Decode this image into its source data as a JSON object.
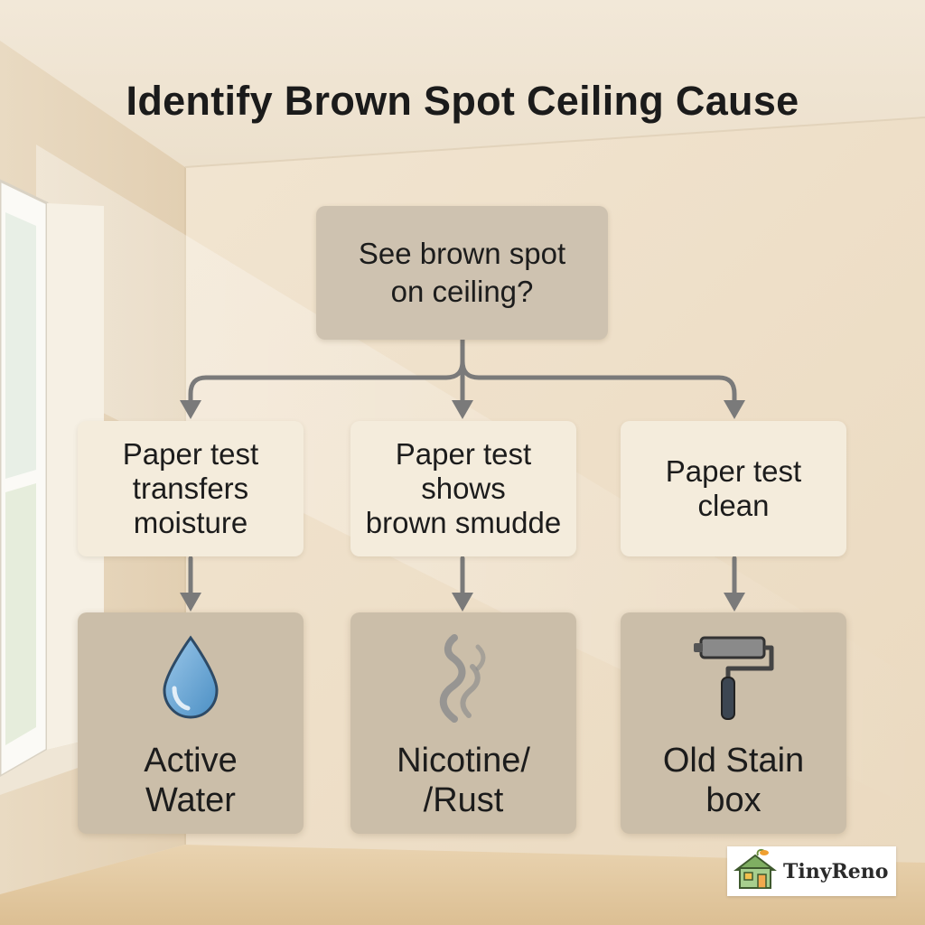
{
  "title": "Identify Brown Spot Ceiling Cause",
  "question": {
    "text": "See brown spot\non ceiling?"
  },
  "tests": [
    {
      "text": "Paper test\ntransfers\nmoisture"
    },
    {
      "text": "Paper test\nshows\nbrown smudde"
    },
    {
      "text": "Paper test\nclean"
    }
  ],
  "results": [
    {
      "label": "Active\nWater",
      "icon": "water-drop-icon"
    },
    {
      "label": "Nicotine/\n/Rust",
      "icon": "smoke-icon"
    },
    {
      "label": "Old Stain\nbox",
      "icon": "paint-roller-icon"
    }
  ],
  "brand": {
    "name": "TinyReno",
    "icon": "house-logo-icon"
  },
  "colors": {
    "arrow": "#7a7a7a",
    "question_box": "#cec2b0",
    "test_box": "#f4ecdc",
    "result_box": "#cbbea9",
    "water_drop": "#6aaad6"
  }
}
